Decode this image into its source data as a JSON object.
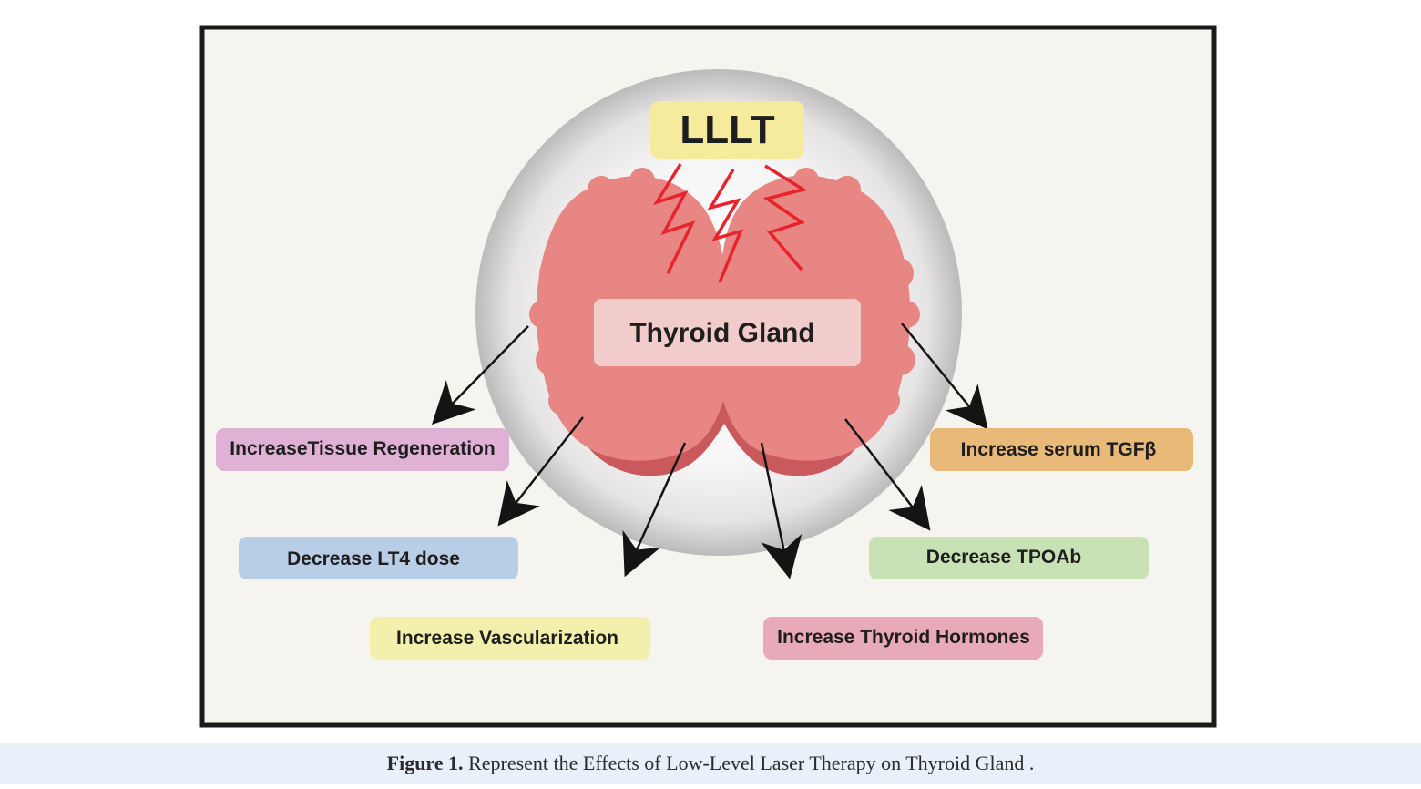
{
  "diagram": {
    "top_label": "LLLT",
    "center_label": "Thyroid Gland",
    "effects": {
      "tissue_regeneration": "IncreaseTissue Regeneration",
      "lt4_dose": "Decrease LT4 dose",
      "vascularization": "Increase Vascularization",
      "thyroid_hormones": "Increase Thyroid Hormones",
      "tpoab": "Decrease TPOAb",
      "tgfb": "Increase serum TGFβ"
    },
    "colors": {
      "frame_background": "#f5f4ef",
      "frame_border": "#1a1a1a",
      "gland": "#e88683",
      "gland_shadow": "#c9595c",
      "laser_bolts": "#e8232b",
      "lllt_box": "#f6ea9c",
      "tissue_regeneration_box": "#deb1d5",
      "lt4_dose_box": "#b8cde6",
      "vascularization_box": "#f2f0ac",
      "thyroid_hormones_box": "#e8aab8",
      "tpoab_box": "#c8e2b6",
      "tgfb_box": "#e8b978"
    }
  },
  "caption": {
    "label": "Figure 1.",
    "text": " Represent the Effects of Low-Level Laser Therapy on Thyroid Gland ."
  }
}
